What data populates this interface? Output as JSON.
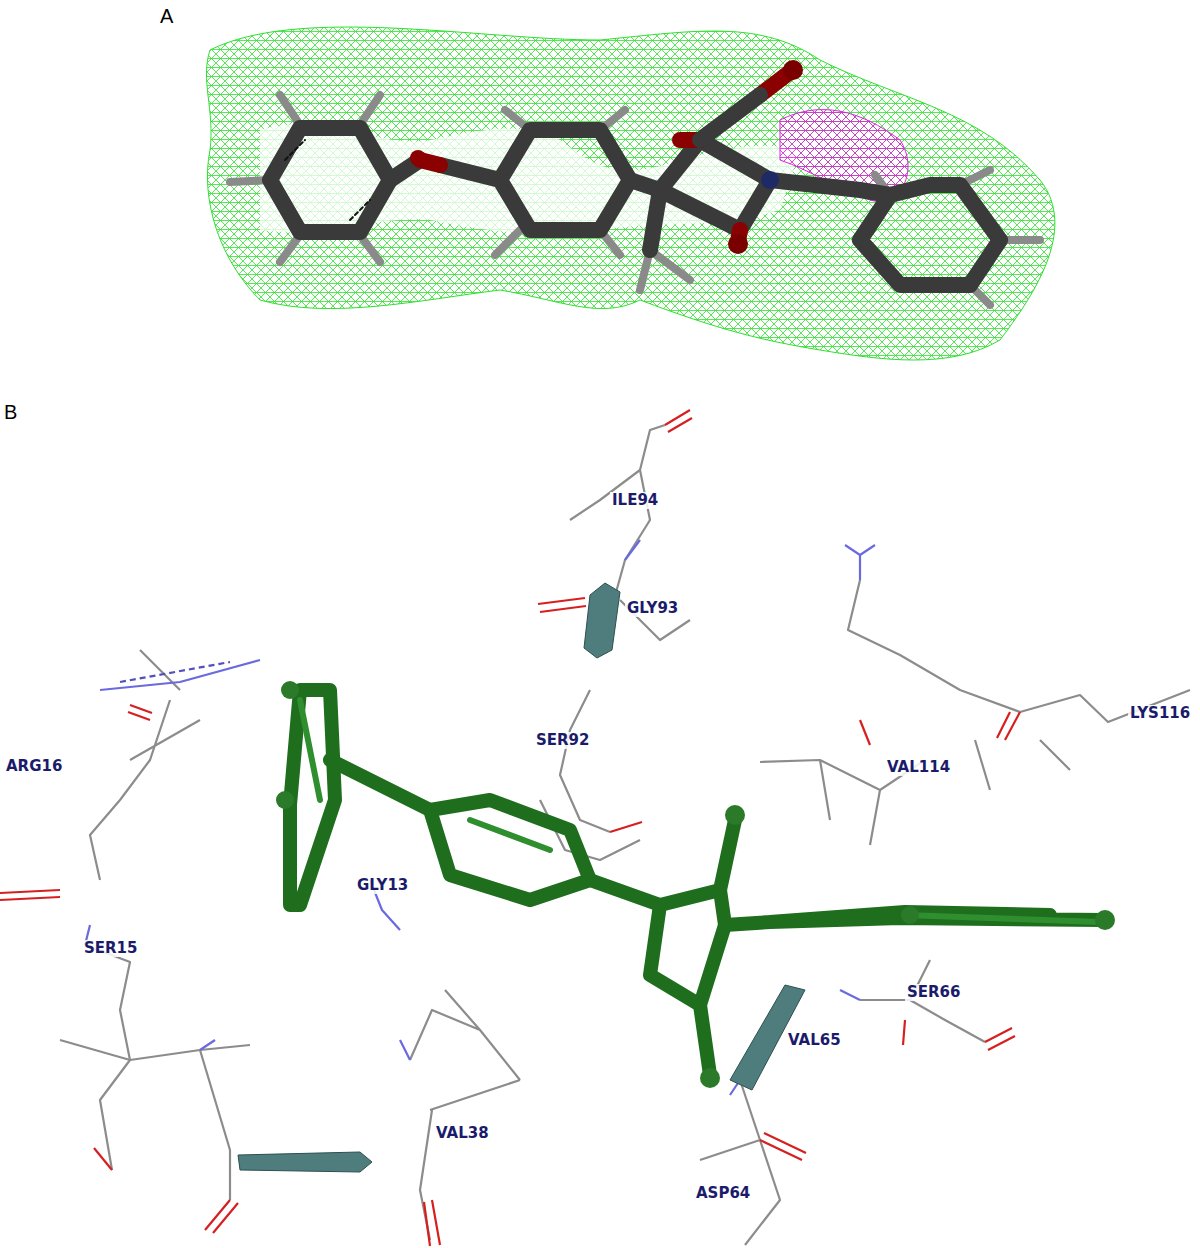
{
  "diagram": {
    "labels": [
      "A",
      "B",
      "ILE94",
      "GLY93",
      "SER92",
      "VAL114",
      "LYS116",
      "ARG16",
      "GLY13",
      "SER15",
      "VAL38",
      "ASP64",
      "VAL65",
      "SER66"
    ]
  }
}
